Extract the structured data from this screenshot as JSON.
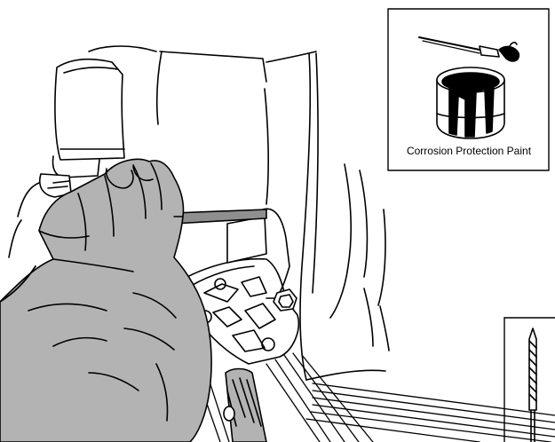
{
  "callout": {
    "caption": "Corrosion Protection Paint",
    "icons": [
      "paint-brush-icon",
      "paint-can-icon"
    ]
  },
  "drill_bit_callout": {
    "icon": "drill-bit-icon"
  },
  "illustration": {
    "subjects": [
      "gloved-hand",
      "power-drill",
      "drill-bit",
      "trailer-hitch-bracket",
      "vehicle-body-panel",
      "bumper-slats"
    ],
    "colors": {
      "line": "#000000",
      "glove": "#b3b3b3",
      "glove_shadow": "#9a9a9a",
      "background": "#ffffff"
    }
  }
}
